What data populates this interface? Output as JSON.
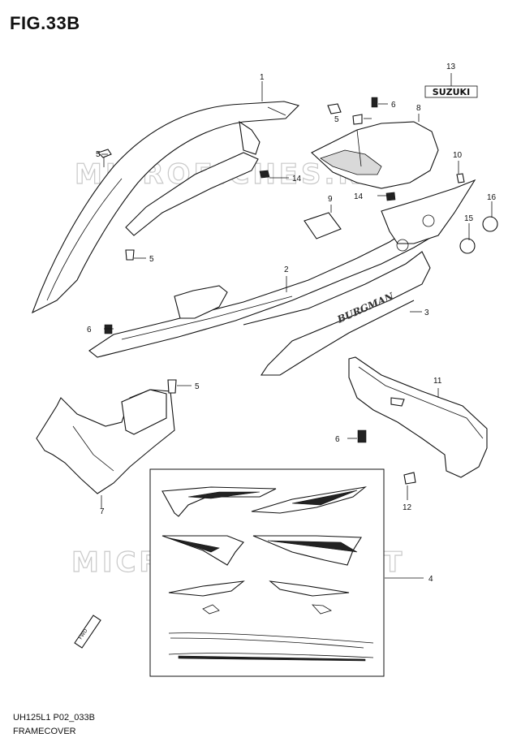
{
  "figure": {
    "title": "FIG.33B",
    "diagram_code": "UH125L1 P02_033B",
    "caption": "FRAMECOVER"
  },
  "watermark": {
    "text": "MICROFICHES.NET"
  },
  "badges": {
    "suzuki_logo": "SUZUKI",
    "burgman_logo": "BURGMAN",
    "fwd_arrow": "FWD"
  },
  "callouts": [
    "1",
    "2",
    "3",
    "4",
    "5",
    "5",
    "5",
    "5",
    "6",
    "6",
    "6",
    "7",
    "8",
    "9",
    "10",
    "11",
    "12",
    "13",
    "14",
    "14",
    "15",
    "16"
  ],
  "colors": {
    "line": "#111111",
    "watermark": "#c9c9c9",
    "background": "#ffffff"
  }
}
